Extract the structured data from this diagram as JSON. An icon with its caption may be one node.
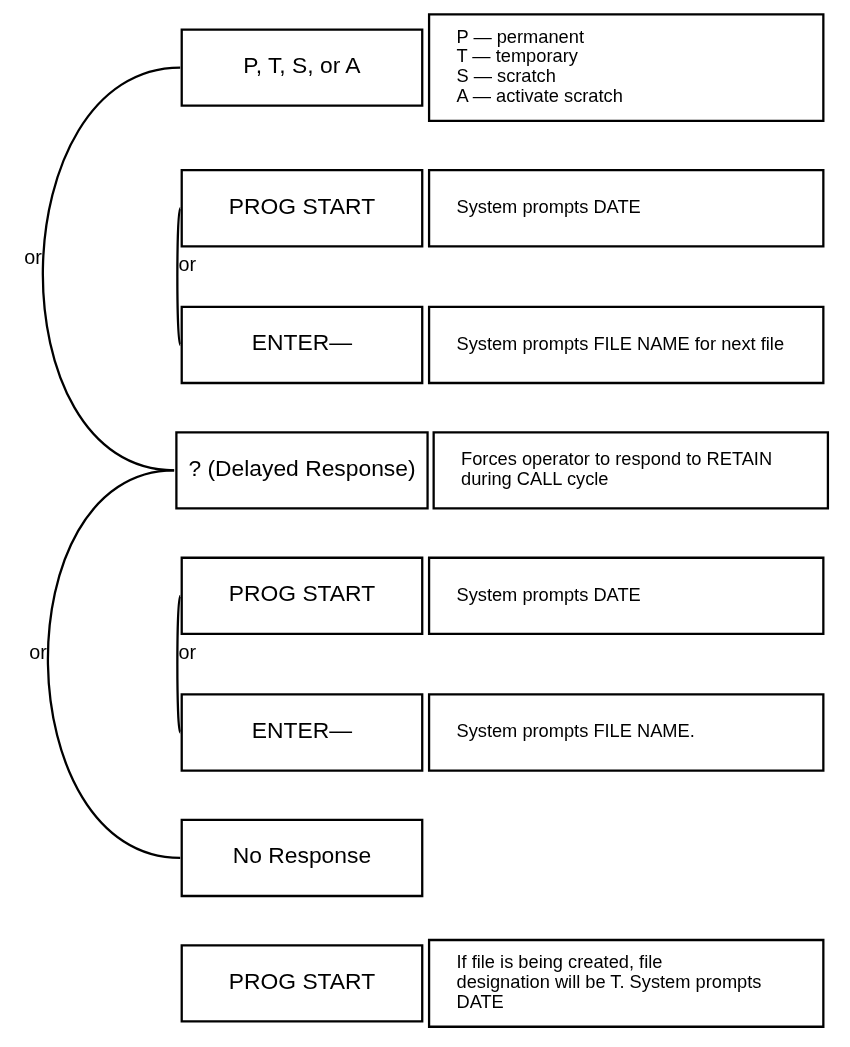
{
  "diagram": {
    "nodes": [
      {
        "text": [
          "P, T, S, or A"
        ]
      },
      {
        "text": [
          "P — permanent",
          "T — temporary",
          "S — scratch",
          "A — activate scratch"
        ]
      },
      {
        "text": [
          "PROG START"
        ]
      },
      {
        "text": [
          "System prompts DATE"
        ]
      },
      {
        "text": [
          "ENTER—"
        ]
      },
      {
        "text": [
          "System prompts FILE NAME for next file"
        ]
      },
      {
        "text": [
          "? (Delayed Response)"
        ]
      },
      {
        "text": [
          "Forces operator to respond to RETAIN during CALL cycle"
        ]
      },
      {
        "text": [
          "PROG START"
        ]
      },
      {
        "text": [
          "System prompts DATE"
        ]
      },
      {
        "text": [
          "ENTER—"
        ]
      },
      {
        "text": [
          "System prompts FILE NAME."
        ]
      },
      {
        "text": [
          "No Response"
        ]
      },
      {
        "text": [
          "PROG START"
        ]
      },
      {
        "text": [
          "If file is being created, file designation will be T. System prompts DATE"
        ]
      }
    ],
    "edges": [
      {
        "from": 0,
        "to": 6,
        "arrow": "none",
        "label": "or"
      },
      {
        "from": 2,
        "to": 4,
        "arrow": "none",
        "label": "or"
      },
      {
        "from": 6,
        "to": 12,
        "arrow": "none",
        "label": "or"
      },
      {
        "from": 8,
        "to": 10,
        "arrow": "none",
        "label": "or"
      }
    ]
  }
}
